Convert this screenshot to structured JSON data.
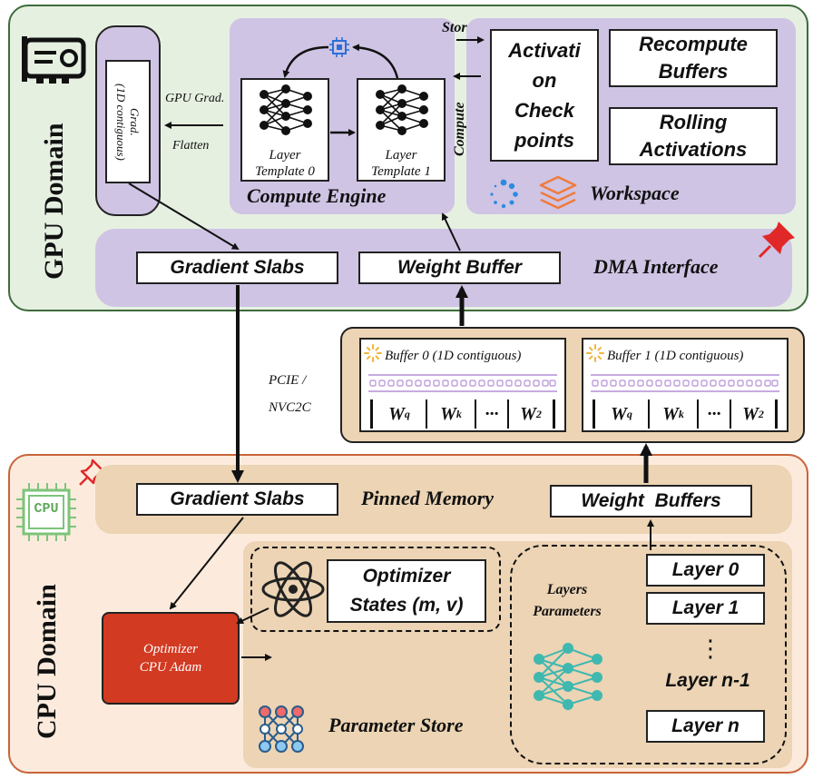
{
  "gpu": {
    "domain_label": "GPU Domain",
    "grad_label_1": "Grad.",
    "grad_label_2": "(1D contiguous)",
    "gpu_grad_label": "GPU Grad.",
    "flatten_label": "Flatten",
    "layer_template_0_a": "Layer",
    "layer_template_0_b": "Template 0",
    "layer_template_1_a": "Layer",
    "layer_template_1_b": "Template 1",
    "compute_engine_label": "Compute Engine",
    "store_label": "Store",
    "compute_label": "Compute",
    "activation_checkpoints": "Activati on Check points",
    "recompute_buffers": "Recompute Buffers",
    "rolling_activations": "Rolling Activations",
    "workspace_label": "Workspace",
    "gradient_slabs": "Gradient Slabs",
    "weight_buffer": "Weight Buffer",
    "dma_interface": "DMA Interface"
  },
  "link": {
    "pcie_1": "PCIE /",
    "pcie_2": "NVC2C"
  },
  "buffers": [
    {
      "label": "Buffer 0 (1D contiguous)",
      "cells": [
        "W",
        "W",
        "···",
        "W"
      ],
      "subs": [
        "q",
        "k",
        "",
        "2"
      ]
    },
    {
      "label": "Buffer 1 (1D contiguous)",
      "cells": [
        "W",
        "W",
        "···",
        "W"
      ],
      "subs": [
        "q",
        "k",
        "",
        "2"
      ]
    }
  ],
  "cpu": {
    "domain_label": "CPU Domain",
    "cpu_chip_text": "CPU",
    "gradient_slabs": "Gradient Slabs",
    "pinned_memory": "Pinned Memory",
    "weight_buffers": "Weight  Buffers",
    "optimizer_states": "Optimizer States (m, v)",
    "optimizer_1": "Optimizer",
    "optimizer_2": "CPU Adam",
    "parameter_store": "Parameter Store",
    "layers_parameters_1": "Layers",
    "layers_parameters_2": "Parameters",
    "layers": [
      "Layer 0",
      "Layer 1",
      "Layer n-1",
      "Layer n"
    ],
    "vdots": "⋮"
  },
  "colors": {
    "gpu_bg": "#e6f0e1",
    "gpu_border": "#3e6b3c",
    "purple": "#cfc4e4",
    "cpu_bg": "#fcebdd",
    "cpu_border": "#c8643a",
    "tan": "#ecd4b4",
    "optimizer_red": "#d23a22",
    "teal": "#3fb8b0"
  }
}
